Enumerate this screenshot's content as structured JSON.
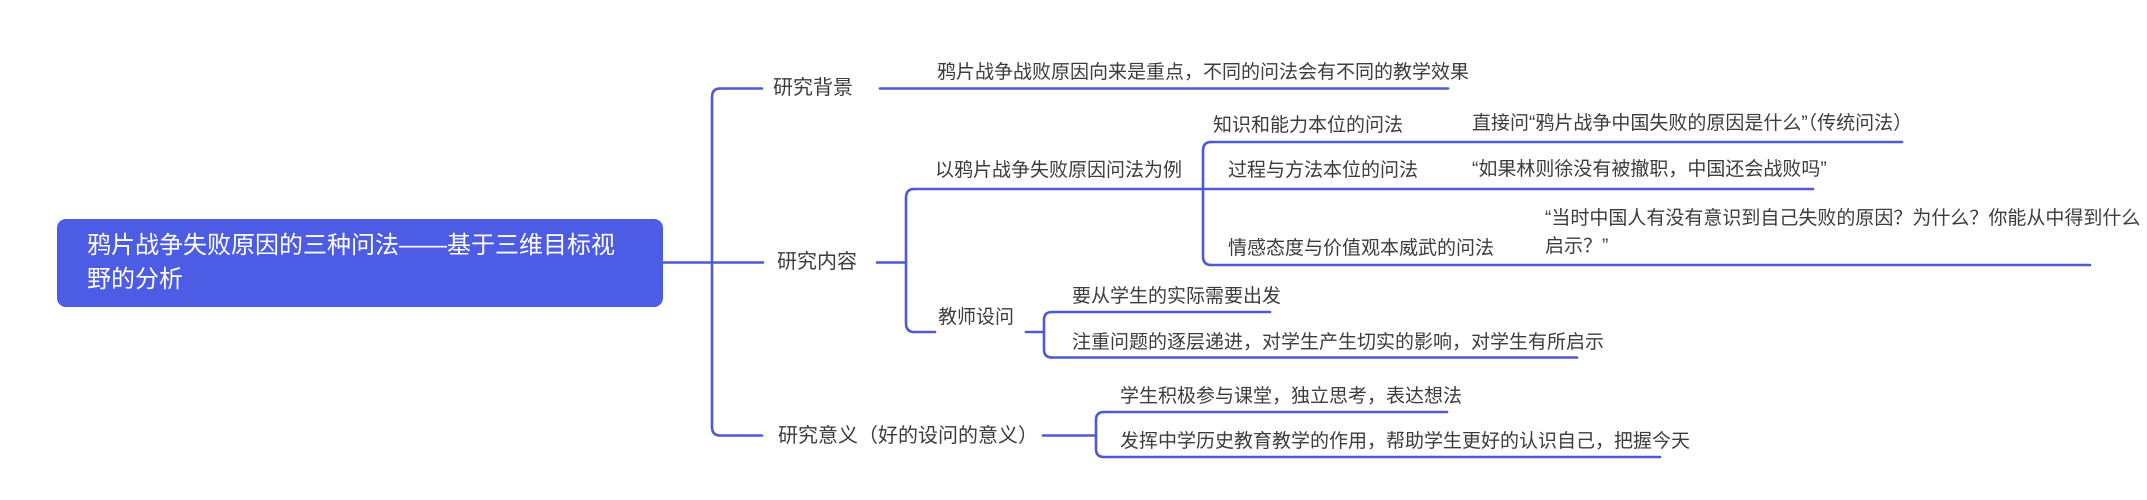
{
  "colors": {
    "background": "#ffffff",
    "line": "#4e59d2",
    "ink": "#3c3c3c",
    "node_fill": "#4c5ce4",
    "node_text": "#ffffff"
  },
  "mindmap": {
    "root": {
      "label": "鸦片战争失败原因的三种问法——基于三维目标视野的分析"
    },
    "branches": [
      {
        "label": "研究背景",
        "children": [
          {
            "label": "鸦片战争战败原因向来是重点，不同的问法会有不同的教学效果"
          }
        ]
      },
      {
        "label": "研究内容",
        "children": [
          {
            "label": "以鸦片战争失败原因问法为例",
            "children": [
              {
                "label": "知识和能力本位的问法",
                "note": "直接问“鸦片战争中国失败的原因是什么”（传统问法）"
              },
              {
                "label": "过程与方法本位的问法",
                "note": "“如果林则徐没有被撤职，中国还会战败吗”"
              },
              {
                "label": "情感态度与价值观本威武的问法",
                "note": "“当时中国人有没有意识到自己失败的原因？为什么？你能从中得到什么启示？”"
              }
            ]
          },
          {
            "label": "教师设问",
            "children": [
              {
                "label": "要从学生的实际需要出发"
              },
              {
                "label": "注重问题的逐层递进，对学生产生切实的影响，对学生有所启示"
              }
            ]
          }
        ]
      },
      {
        "label": "研究意义（好的设问的意义）",
        "children": [
          {
            "label": "学生积极参与课堂，独立思考，表达想法"
          },
          {
            "label": "发挥中学历史教育教学的作用，帮助学生更好的认识自己，把握今天"
          }
        ]
      }
    ]
  }
}
